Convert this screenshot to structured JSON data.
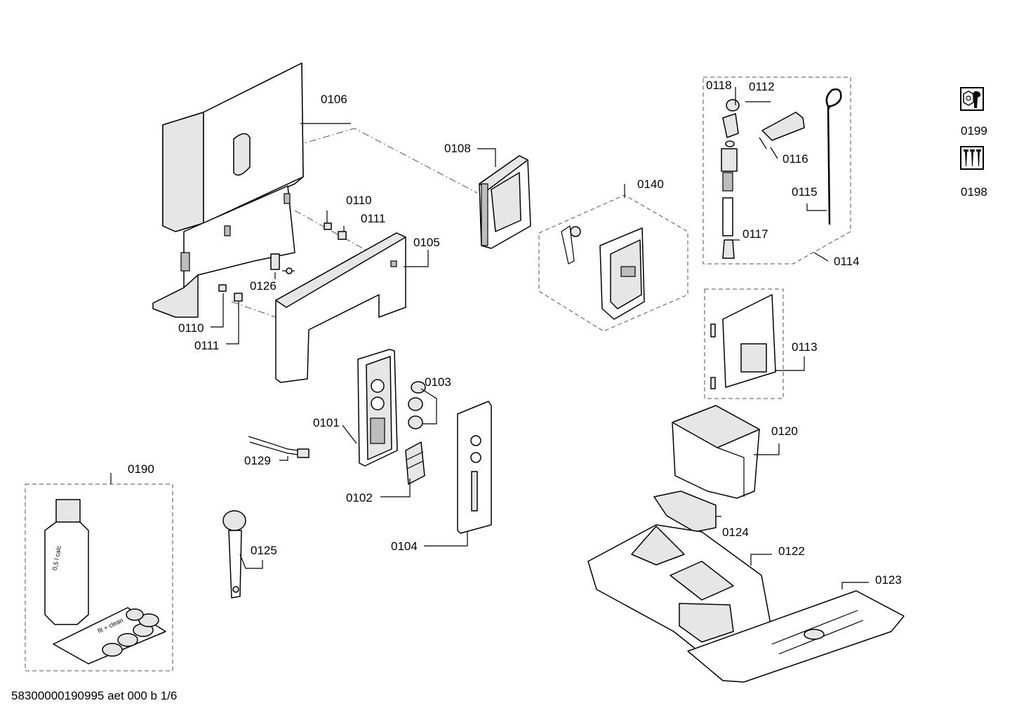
{
  "parts": {
    "p0106": "0106",
    "p0108": "0108",
    "p0140": "0140",
    "p0118": "0118",
    "p0112": "0112",
    "p0116": "0116",
    "p0115": "0115",
    "p0117": "0117",
    "p0114": "0114",
    "p0199": "0199",
    "p0198": "0198",
    "p0110a": "0110",
    "p0111a": "0111",
    "p0105": "0105",
    "p0126": "0126",
    "p0110b": "0110",
    "p0111b": "0111",
    "p0113": "0113",
    "p0103": "0103",
    "p0101": "0101",
    "p0120": "0120",
    "p0129": "0129",
    "p0190": "0190",
    "p0102": "0102",
    "p0124": "0124",
    "p0125": "0125",
    "p0104": "0104",
    "p0122": "0122",
    "p0123": "0123"
  },
  "product_labels": {
    "bottle": "0,5 l calc",
    "tablet_box": "fit + clean"
  },
  "footer": "58300000190995 aet 000 b 1/6",
  "icons": {
    "p0199": "wrench-nut-icon",
    "p0198": "screws-icon"
  }
}
